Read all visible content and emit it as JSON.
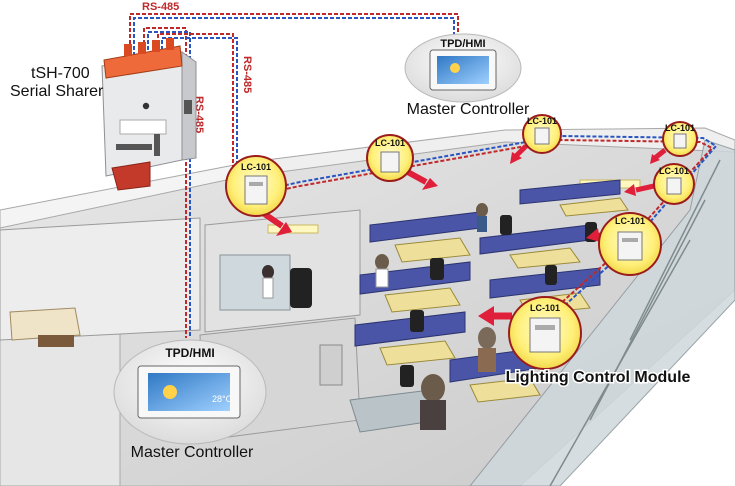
{
  "labels": {
    "device_name": "tSH-700",
    "device_desc": "Serial Sharer",
    "rs485": "RS-485",
    "tpd_top": "TPD/HMI",
    "master_top": "Master Controller",
    "tpd_bottom": "TPD/HMI",
    "master_bottom": "Master Controller",
    "lcm": "Lighting Control Module",
    "lc": "LC-101",
    "hmi_small": "28°C"
  },
  "colors": {
    "rs485_red": "#c0282a",
    "rs485_blue": "#2a55c0",
    "badge_yellow": "#fff59a",
    "badge_ring": "#9b1c1c",
    "arrow": "#e0203a",
    "floor": "#d8d8d8",
    "wall": "#ececec"
  },
  "icons": {
    "device": "serial-sharer-icon",
    "hmi": "touch-panel-icon",
    "module": "lc-module-icon"
  }
}
